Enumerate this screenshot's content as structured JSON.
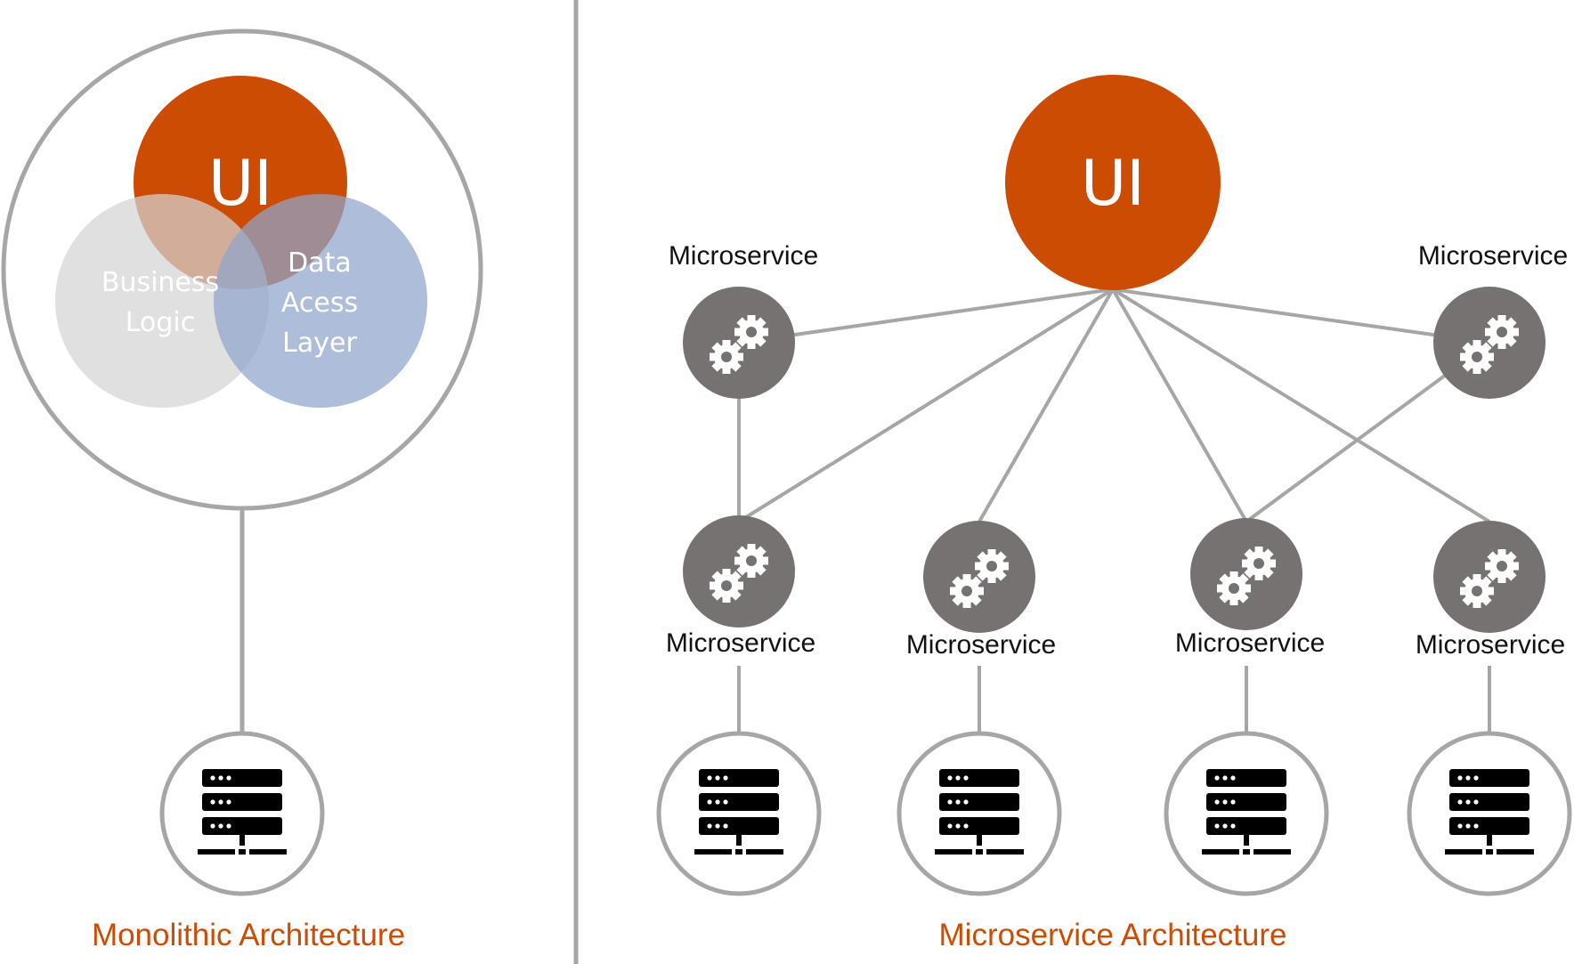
{
  "colors": {
    "accent": "#CC4C04",
    "node_gray": "#767271",
    "line_gray": "#A6A6A6",
    "business_logic": "#D4D4D4",
    "data_access": "#8FA5CC",
    "server_icon": "#000000"
  },
  "monolith": {
    "ui_label": "UI",
    "business_logic_label": [
      "Business",
      "Logic"
    ],
    "data_access_label": [
      "Data",
      "Acess",
      "Layer"
    ],
    "caption": "Monolithic Architecture",
    "server_icon": "server-icon"
  },
  "microservices": {
    "ui_label": "UI",
    "top_left_label": "Microservice",
    "top_right_label": "Microservice",
    "bottom_labels": [
      "Microservice",
      "Microservice",
      "Microservice",
      "Microservice"
    ],
    "caption": "Microservice Architecture",
    "service_icon": "gears-icon",
    "server_icon": "server-icon"
  }
}
